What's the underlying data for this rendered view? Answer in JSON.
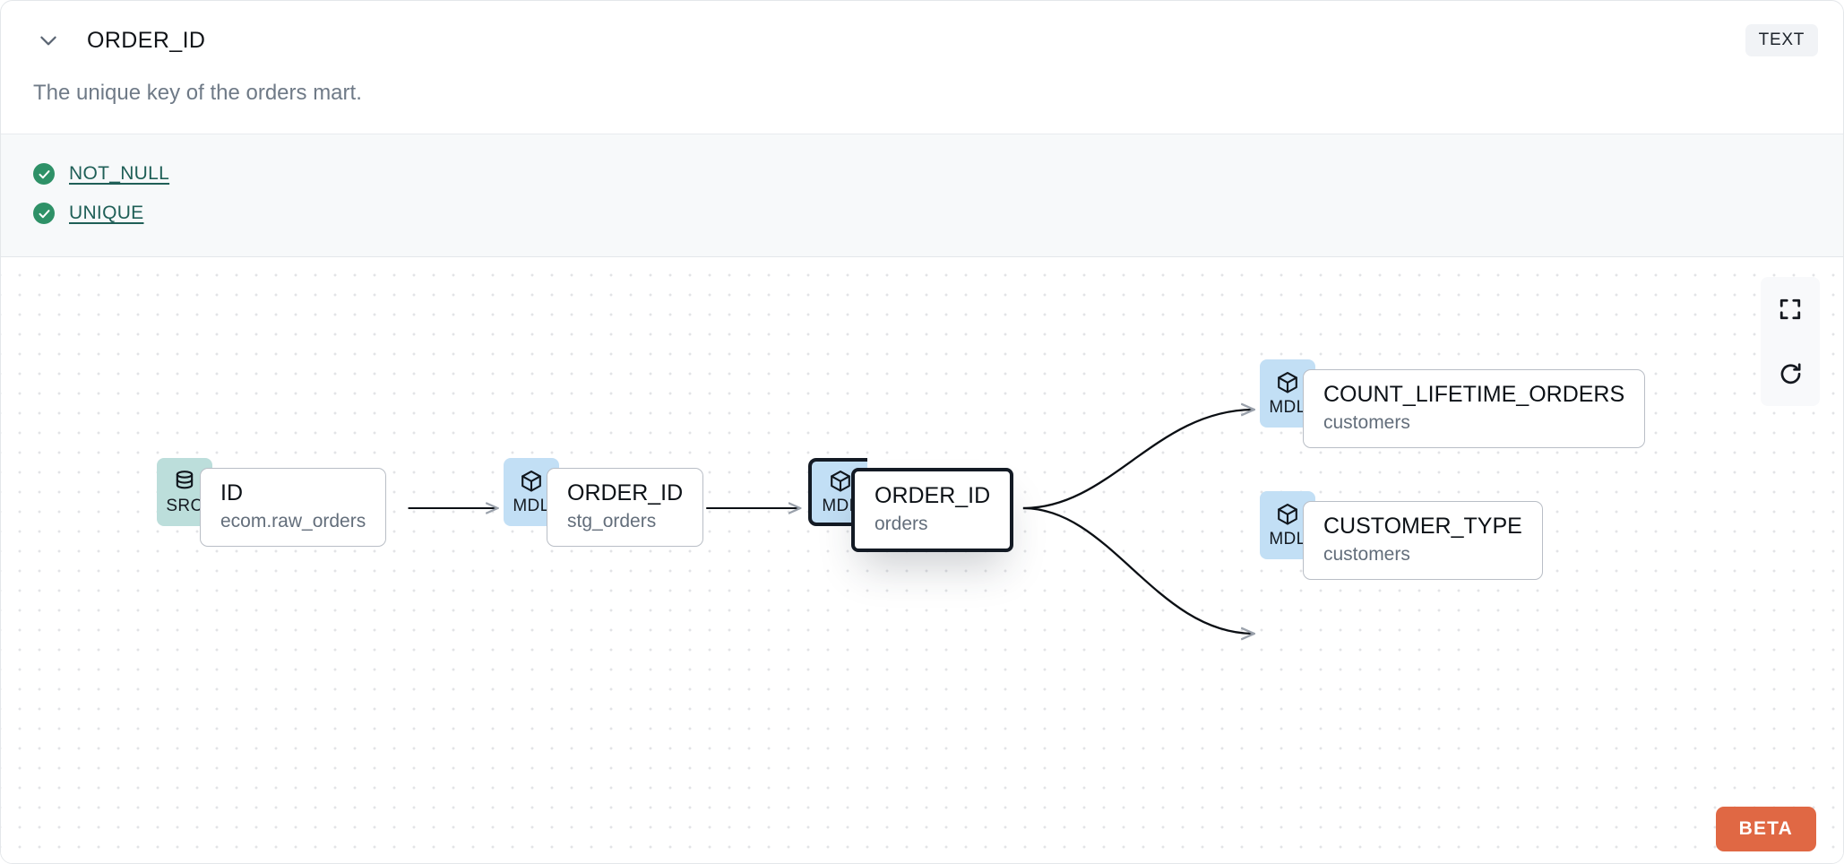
{
  "header": {
    "collapse_icon": "chevron-down-icon",
    "column_name": "ORDER_ID",
    "type_badge": "TEXT"
  },
  "description": "The unique key of the orders mart.",
  "tests": [
    {
      "icon": "check-circle-icon",
      "label": "NOT_NULL",
      "status": "pass"
    },
    {
      "icon": "check-circle-icon",
      "label": "UNIQUE",
      "status": "pass"
    }
  ],
  "canvas": {
    "controls": [
      {
        "name": "fit-to-screen-button",
        "icon": "fit-screen-icon"
      },
      {
        "name": "refresh-button",
        "icon": "refresh-icon"
      }
    ],
    "beta_badge": "BETA",
    "nodes": [
      {
        "id": "src-id",
        "badge": "SRC",
        "badge_kind": "src",
        "icon": "database-icon",
        "name": "ID",
        "sub": "ecom.raw_orders",
        "selected": false
      },
      {
        "id": "stg-order-id",
        "badge": "MDL",
        "badge_kind": "mdl",
        "icon": "cube-icon",
        "name": "ORDER_ID",
        "sub": "stg_orders",
        "selected": false
      },
      {
        "id": "orders-order-id",
        "badge": "MDL",
        "badge_kind": "mdl",
        "icon": "cube-icon",
        "name": "ORDER_ID",
        "sub": "orders",
        "selected": true
      },
      {
        "id": "count-lifetime-orders",
        "badge": "MDL",
        "badge_kind": "mdl",
        "icon": "cube-icon",
        "name": "COUNT_LIFETIME_ORDERS",
        "sub": "customers",
        "selected": false
      },
      {
        "id": "customer-type",
        "badge": "MDL",
        "badge_kind": "mdl",
        "icon": "cube-icon",
        "name": "CUSTOMER_TYPE",
        "sub": "customers",
        "selected": false
      }
    ],
    "edges": [
      {
        "from": "src-id",
        "to": "stg-order-id"
      },
      {
        "from": "stg-order-id",
        "to": "orders-order-id"
      },
      {
        "from": "orders-order-id",
        "to": "count-lifetime-orders"
      },
      {
        "from": "orders-order-id",
        "to": "customer-type"
      }
    ]
  },
  "colors": {
    "src_badge": "#bcdedb",
    "mdl_badge": "#c2dff5",
    "test_pass": "#2e9167",
    "test_link": "#1f5f57",
    "beta": "#e06844",
    "selected_border": "#131a24"
  }
}
